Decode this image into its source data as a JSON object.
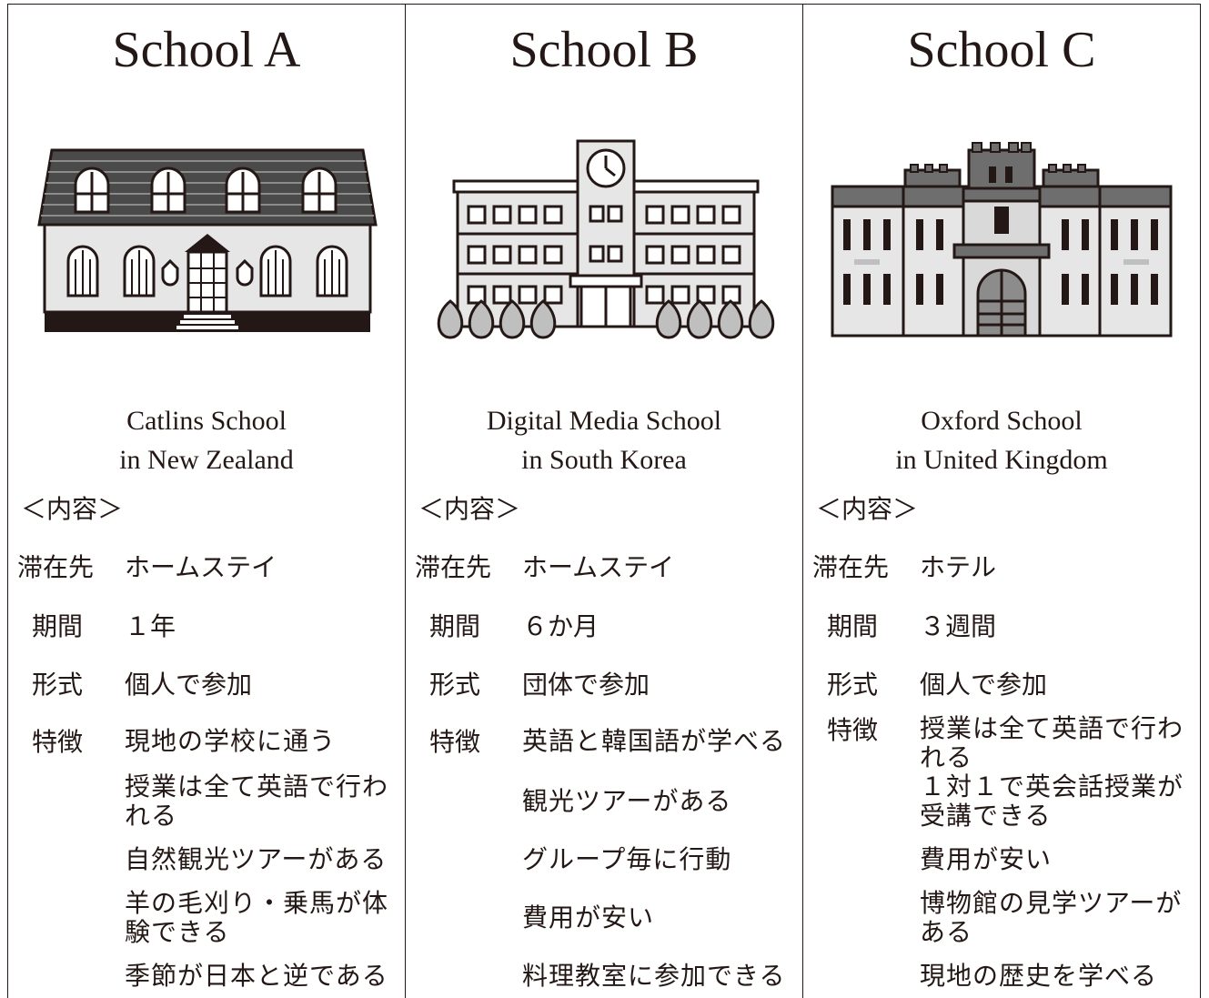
{
  "columns": [
    {
      "title": "School A",
      "name_line1": "Catlins School",
      "name_line2": "in New Zealand",
      "contents_label": "＜内容＞",
      "stay_label": "滞在先",
      "stay": "ホームステイ",
      "period_label": "期間",
      "period": "１年",
      "format_label": "形式",
      "format": "個人で参加",
      "features_label": "特徴",
      "features": [
        "現地の学校に通う",
        "授業は全て英語で行われる",
        "自然観光ツアーがある",
        "羊の毛刈り・乗馬が体験できる",
        "季節が日本と逆である"
      ]
    },
    {
      "title": "School B",
      "name_line1": "Digital Media School",
      "name_line2": "in South Korea",
      "contents_label": "＜内容＞",
      "stay_label": "滞在先",
      "stay": "ホームステイ",
      "period_label": "期間",
      "period": "６か月",
      "format_label": "形式",
      "format": "団体で参加",
      "features_label": "特徴",
      "features": [
        "英語と韓国語が学べる",
        "観光ツアーがある",
        "グループ毎に行動",
        "費用が安い",
        "料理教室に参加できる"
      ]
    },
    {
      "title": "School C",
      "name_line1": "Oxford School",
      "name_line2": "in United Kingdom",
      "contents_label": "＜内容＞",
      "stay_label": "滞在先",
      "stay": "ホテル",
      "period_label": "期間",
      "period": "３週間",
      "format_label": "形式",
      "format": "個人で参加",
      "features_label": "特徴",
      "features": [
        "授業は全て英語で行われる",
        "１対１で英会話授業が受講できる",
        "費用が安い",
        "博物館の見学ツアーがある",
        "現地の歴史を学べる"
      ]
    }
  ],
  "icons": [
    "school-a-building-illustration",
    "school-b-building-illustration",
    "school-c-building-illustration"
  ]
}
